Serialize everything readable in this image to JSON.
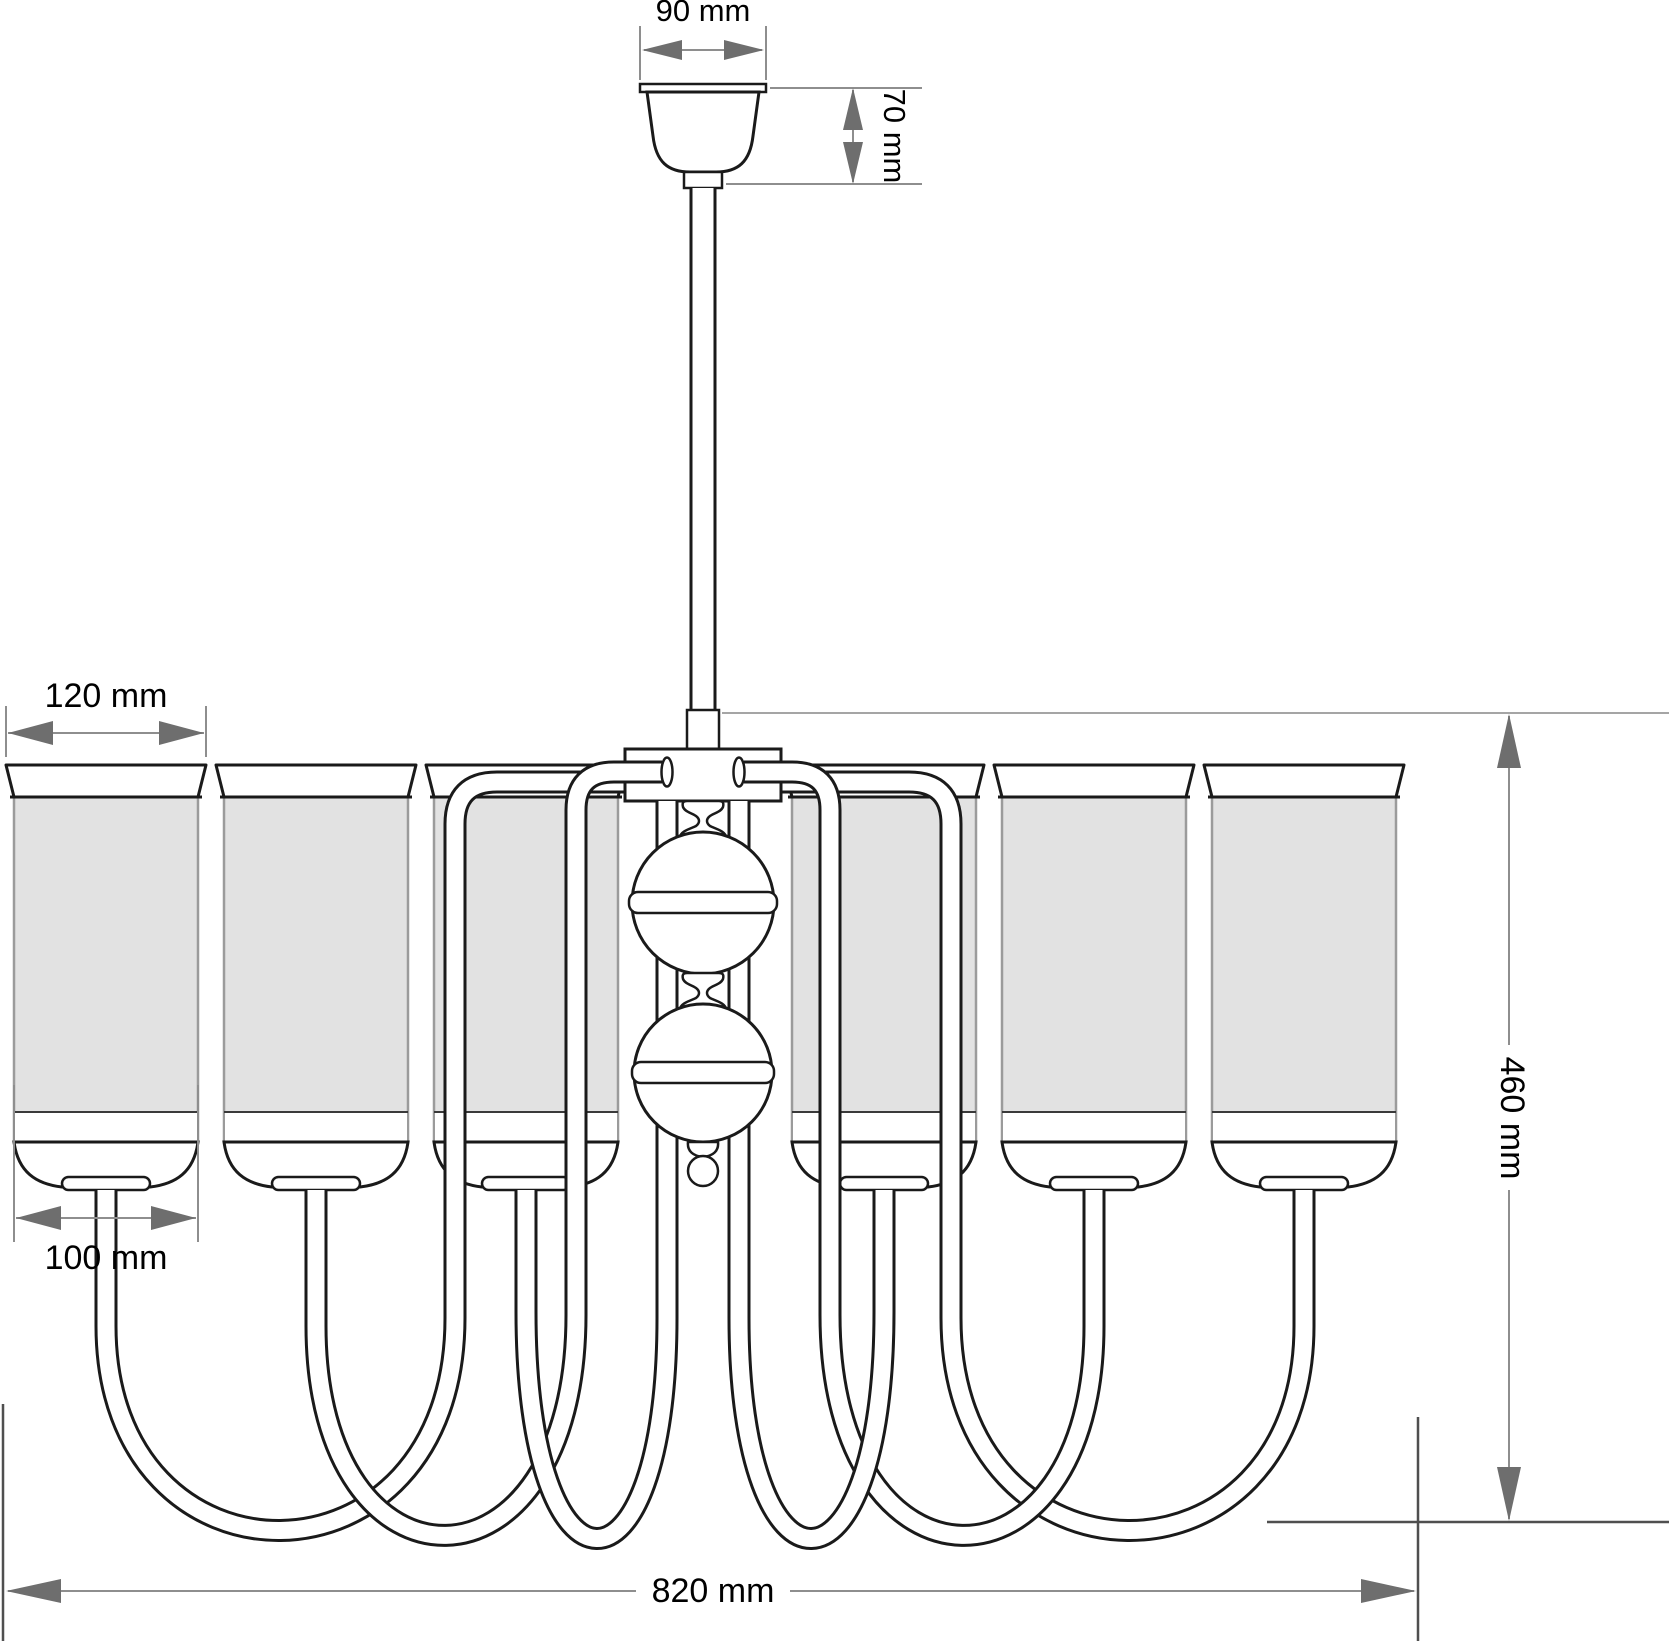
{
  "drawing": {
    "subject": "Six-arm chandelier, front elevation technical line drawing",
    "units": "mm",
    "shade_count": 6
  },
  "dimensions": {
    "canopy_width": {
      "label": "90 mm",
      "value": 90,
      "unit": "mm"
    },
    "canopy_height": {
      "label": "70 mm",
      "value": 70,
      "unit": "mm"
    },
    "shade_top_diameter": {
      "label": "120 mm",
      "value": 120,
      "unit": "mm"
    },
    "shade_bottom_diameter": {
      "label": "100 mm",
      "value": 100,
      "unit": "mm"
    },
    "fixture_height": {
      "label": "460 mm",
      "value": 460,
      "unit": "mm"
    },
    "fixture_width": {
      "label": "820 mm",
      "value": 820,
      "unit": "mm"
    }
  },
  "colors": {
    "background": "#ffffff",
    "outline": "#1a1a1a",
    "shade_fill": "#e2e2e2",
    "shade_edge": "#9b9b9b",
    "dimension_line": "#8e8e8e",
    "extension_line_dark": "#4f4f4f",
    "arrowhead": "#6e6e6e",
    "label_text": "#000000"
  }
}
